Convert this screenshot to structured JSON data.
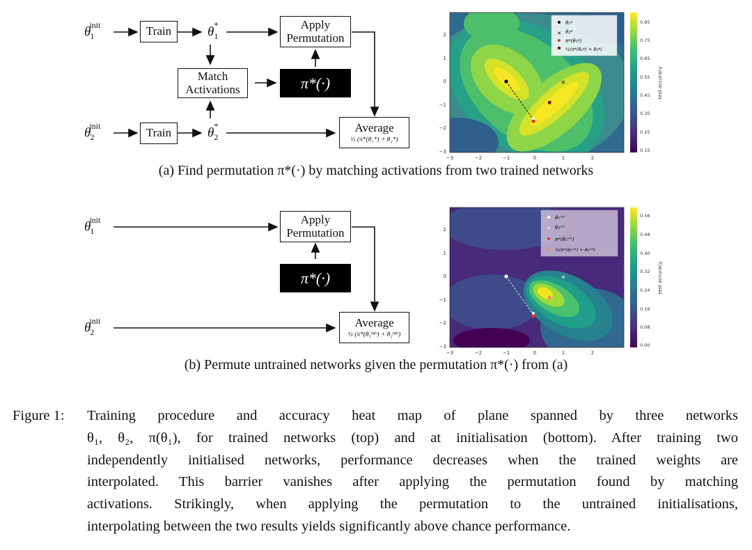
{
  "panel_a": {
    "theta1_init": "θ",
    "theta2_init": "θ",
    "init_sup": "init",
    "train1": "Train",
    "train2": "Train",
    "theta1_star": "θ",
    "theta2_star": "θ",
    "star": "*",
    "sub1": "1",
    "sub2": "2",
    "match_line1": "Match",
    "match_line2": "Activations",
    "pi_label": "π*(·)",
    "apply_line1": "Apply",
    "apply_line2": "Permutation",
    "average": "Average",
    "average_formula": "½ (π*(θ₁*) + θ₂*)",
    "caption": "(a) Find permutation π*(·) by matching activations from two trained networks"
  },
  "panel_b": {
    "theta1_init": "θ",
    "theta2_init": "θ",
    "init_sup": "init",
    "sub1": "1",
    "sub2": "2",
    "pi_label": "π*(·)",
    "apply_line1": "Apply",
    "apply_line2": "Permutation",
    "average": "Average",
    "average_formula": "½ (π*(θ₁ⁱⁿⁱᵗ) + θ₂ⁱⁿⁱᵗ)",
    "caption": "(b) Permute untrained networks given the permutation π*(·) from (a)"
  },
  "heatmap_top": {
    "colorbar_label": "test accuracy",
    "colorbar_ticks": [
      "0.85",
      "0.75",
      "0.65",
      "0.55",
      "0.45",
      "0.35",
      "0.25",
      "0.15"
    ],
    "x_ticks": [
      "−3",
      "−2",
      "−1",
      "0",
      "1",
      "2"
    ],
    "y_ticks": [
      "2",
      "1",
      "0",
      "−1",
      "−2",
      "−3"
    ],
    "legend": [
      "θ₁*",
      "θ₂*",
      "π*(θ₁*)",
      "½(π*(θ₁*) + θ₂*)"
    ]
  },
  "heatmap_bottom": {
    "colorbar_label": "test accuracy",
    "colorbar_ticks": [
      "0.56",
      "0.48",
      "0.40",
      "0.32",
      "0.24",
      "0.16",
      "0.08",
      "0.00"
    ],
    "x_ticks": [
      "−3",
      "−2",
      "−1",
      "0",
      "1",
      "2"
    ],
    "y_ticks": [
      "2",
      "1",
      "0",
      "−1",
      "−2",
      "−3"
    ],
    "legend": [
      "θ₁ⁱⁿⁱᵗ",
      "θ₂ⁱⁿⁱᵗ",
      "π*(θ₁ⁱⁿⁱᵗ)",
      "½(π*(θ₁ⁱⁿⁱᵗ) + θ₂ⁱⁿⁱᵗ)"
    ]
  },
  "figure": {
    "label": "Figure 1:",
    "lines": [
      "Training procedure and accuracy heat map of plane spanned by three networks",
      "θ₁, θ₂, π(θ₁), for trained networks (top) and at initialisation (bottom). After training two",
      "independently initialised networks, performance decreases when the trained weights are",
      "interpolated.  This barrier vanishes after applying the permutation found by matching",
      "activations.  Strikingly, when applying the permutation to the untrained initialisations,",
      "interpolating between the two results yields significantly above chance performance."
    ]
  }
}
